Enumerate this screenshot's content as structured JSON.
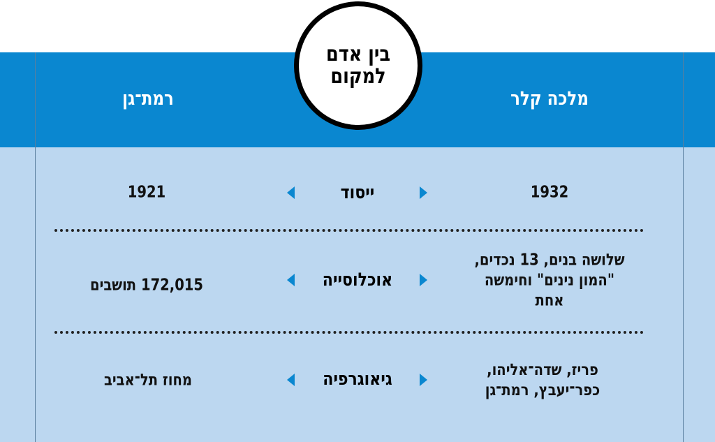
{
  "title": "בין אדם למקום",
  "columns": {
    "right": "מלכה קלר",
    "left": "רמת־גן"
  },
  "rows": [
    {
      "label": "ייסוד",
      "right": "1932",
      "left": "1921"
    },
    {
      "label": "אוכלוסייה",
      "right": "שלושה בנים, 13 נכדים, \"המון נינים\" וחימשה אחת",
      "left": "172,015 תושבים"
    },
    {
      "label": "גיאוגרפיה",
      "right": "פריז, שדה־אליהו, כפר־יעבץ, רמת־גן",
      "left": "מחוז תל־אביב"
    }
  ],
  "colors": {
    "header": "#0a87d0",
    "body": "#bcd7f0"
  }
}
